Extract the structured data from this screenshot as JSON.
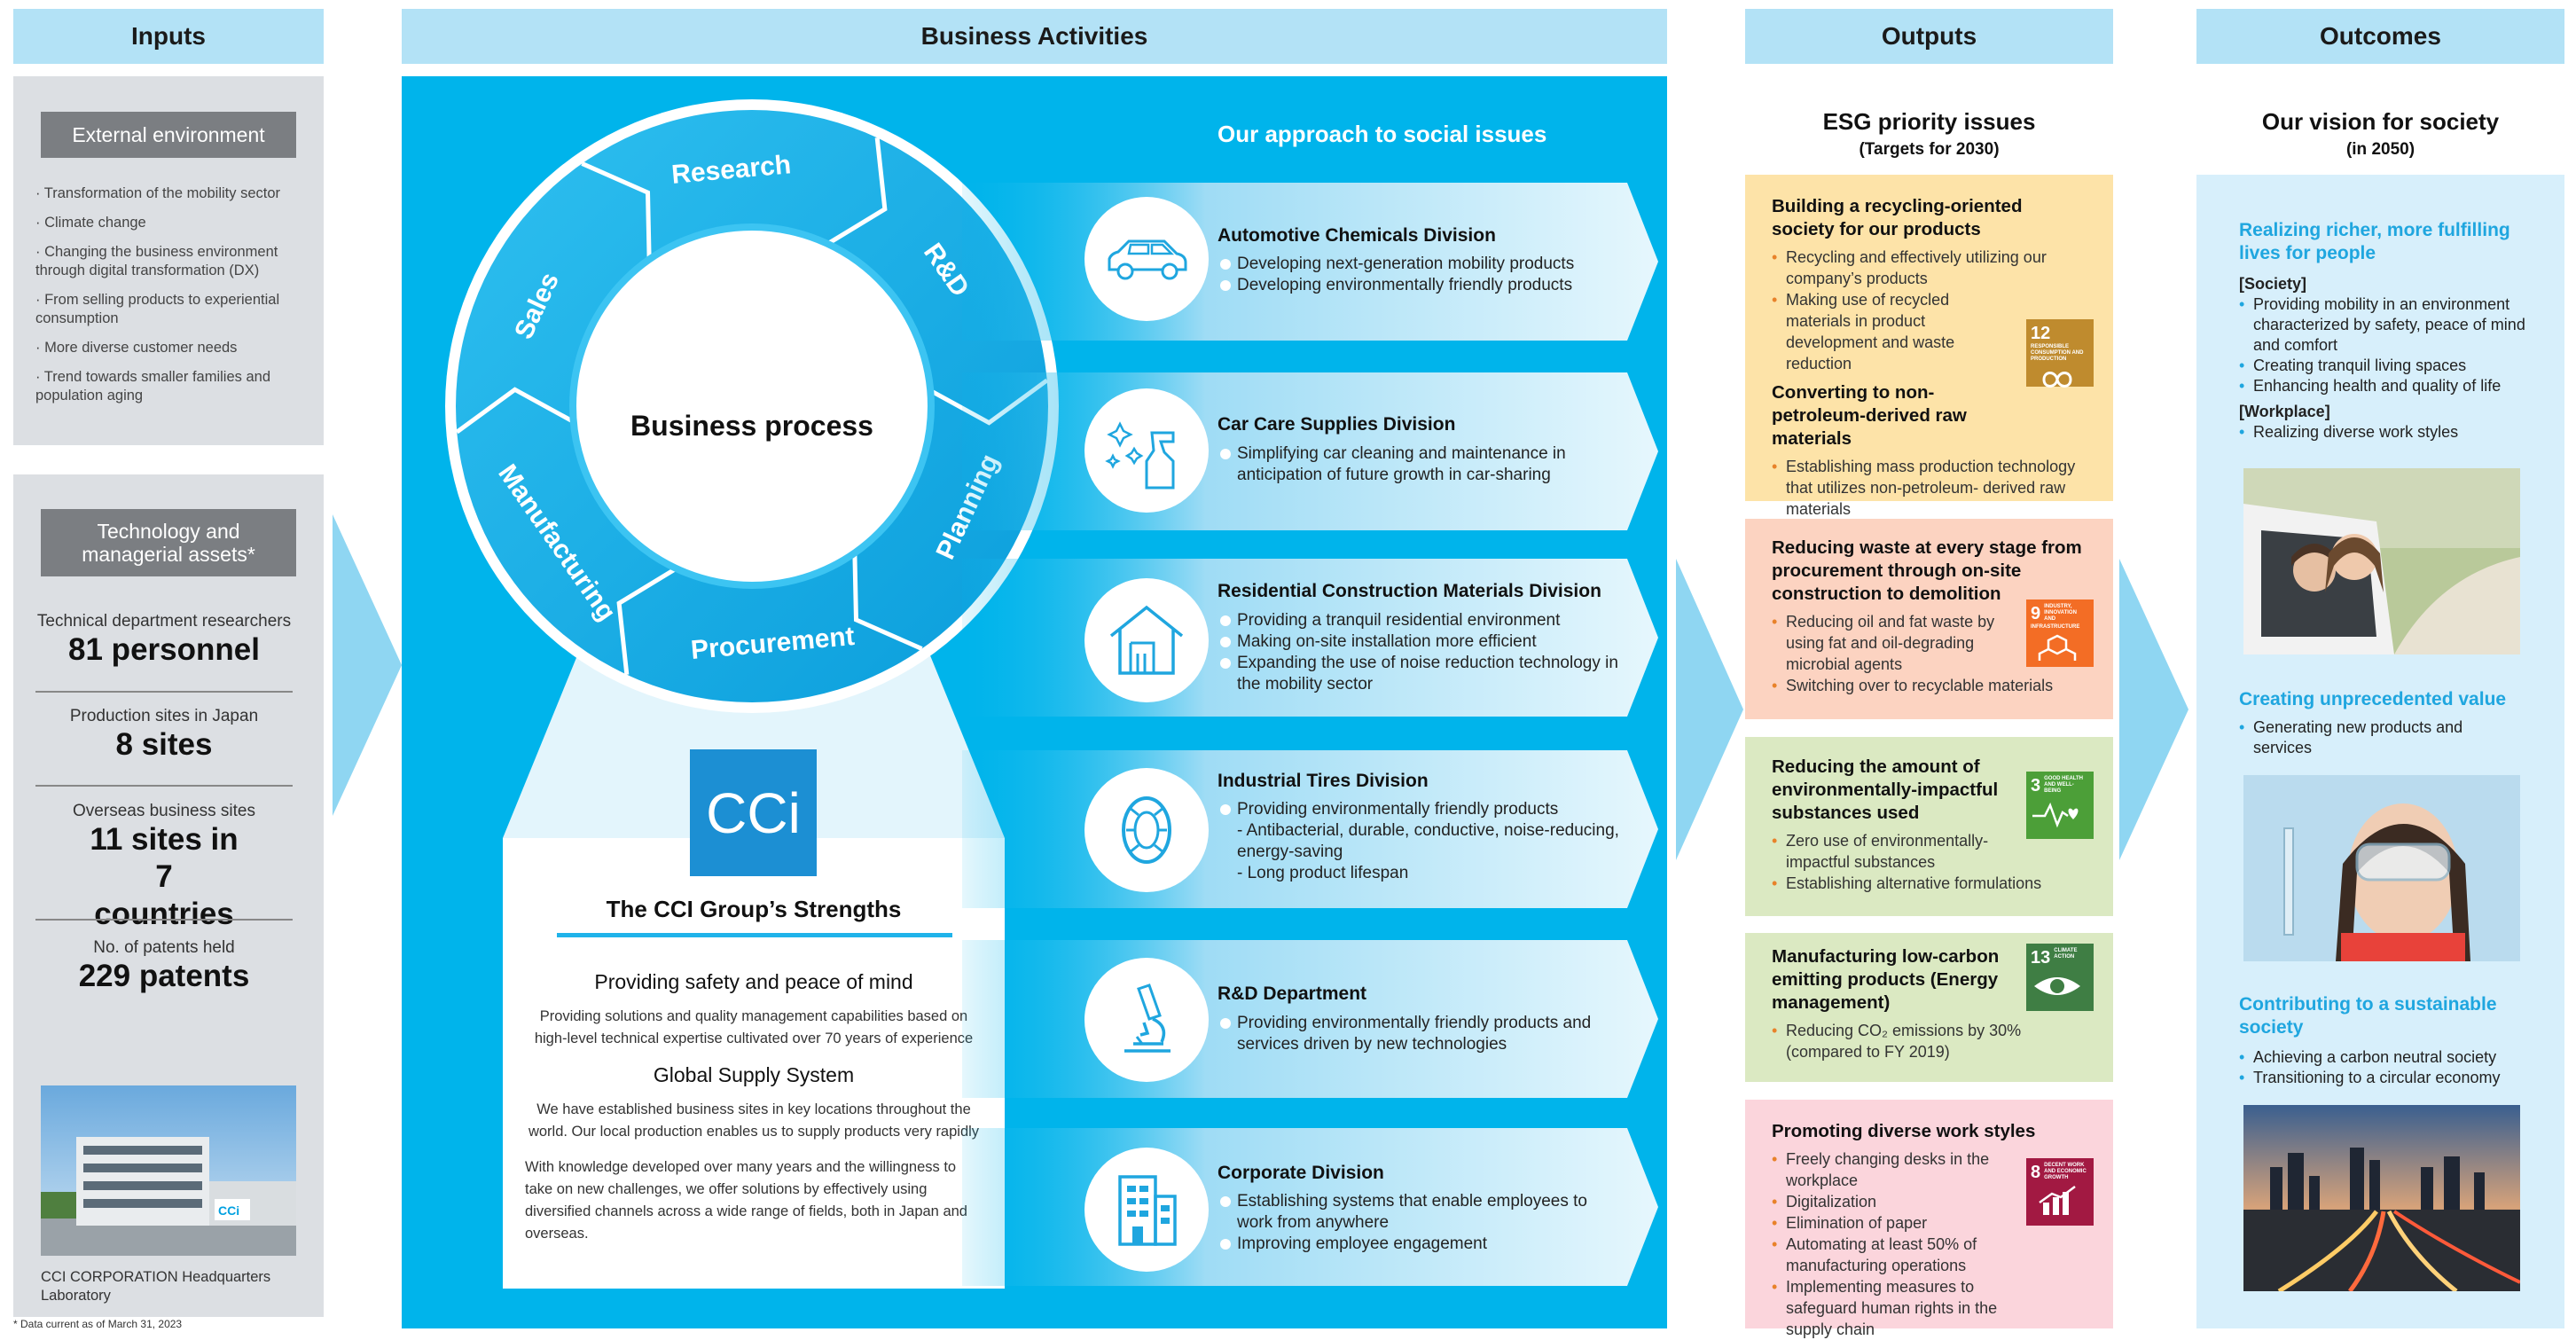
{
  "headers": {
    "inputs": "Inputs",
    "activities": "Business Activities",
    "outputs": "Outputs",
    "outcomes": "Outcomes"
  },
  "inputs": {
    "external_label": "External environment",
    "external_items": [
      "· Transformation of the mobility sector",
      "· Climate change",
      "· Changing the business environment through digital transformation (DX)",
      "· From selling products to experiential consumption",
      "· More diverse customer needs",
      "· Trend towards smaller families and population aging"
    ],
    "tech_label": "Technology and managerial assets*",
    "stats": [
      {
        "label": "Technical department researchers",
        "value": "81 personnel"
      },
      {
        "label": "Production sites in Japan",
        "value": "8 sites"
      },
      {
        "label": "Overseas business sites",
        "value": "11 sites in 7 countries"
      },
      {
        "label": "No. of patents held",
        "value": "229 patents"
      }
    ],
    "photo_logo": "CCi",
    "photo_caption": "CCI CORPORATION Headquarters Laboratory",
    "footnote": "* Data current as of March 31, 2023"
  },
  "activities": {
    "wheel_center": "Business process",
    "segments": [
      "Research",
      "R&D",
      "Planning",
      "Procurement",
      "Manufacturing",
      "Sales"
    ],
    "approach_title": "Our approach to social issues",
    "divisions": [
      {
        "title": "Automotive Chemicals Division",
        "icon": "car-icon",
        "items": [
          "Developing next-generation mobility products",
          "Developing environmentally friendly products"
        ]
      },
      {
        "title": "Car Care Supplies Division",
        "icon": "spray-bottle-icon",
        "items": [
          "Simplifying car cleaning and maintenance in anticipation of future growth in car-sharing"
        ]
      },
      {
        "title": "Residential Construction Materials Division",
        "icon": "house-icon",
        "items": [
          "Providing a tranquil residential environment",
          "Making on-site installation more efficient",
          "Expanding the use of noise reduction technology in the mobility sector"
        ]
      },
      {
        "title": "Industrial Tires Division",
        "icon": "tire-icon",
        "items": [
          "Providing environmentally friendly products"
        ],
        "sub": [
          "- Antibacterial, durable, conductive, noise-reducing, energy-saving",
          "- Long product lifespan"
        ]
      },
      {
        "title": "R&D Department",
        "icon": "microscope-icon",
        "items": [
          "Providing environmentally friendly products and services driven by new technologies"
        ]
      },
      {
        "title": "Corporate Division",
        "icon": "building-icon",
        "items": [
          "Establishing systems that enable employees to work from anywhere",
          "Improving employee engagement"
        ]
      }
    ],
    "logo": "CCi",
    "strengths_title": "The CCI Group’s Strengths",
    "s1_title": "Providing safety and peace of mind",
    "s1_text": "Providing solutions and quality management capabilities based on high-level technical expertise cultivated over 70 years of experience",
    "s2_title": "Global Supply System",
    "s2_text": "We have established business sites in key locations throughout the world. Our local production enables us to supply products very rapidly",
    "s3_text": "With knowledge developed over many years and the willingness to take on new challenges, we offer solutions by effectively using diversified channels across a wide range of fields, both in Japan and overseas."
  },
  "outputs": {
    "title": "ESG priority issues",
    "subtitle": "(Targets for 2030)",
    "box1": {
      "t1": "Building a recycling-oriented society for our products",
      "i1": [
        "Recycling and effectively utilizing our company’s products",
        "Making use of recycled materials in product development and waste reduction"
      ],
      "t2": "Converting to non-petroleum-derived raw materials",
      "i2": [
        "Establishing mass production technology that utilizes non-petroleum- derived raw materials"
      ],
      "sdg_num": "12",
      "sdg_text": "RESPONSIBLE CONSUMPTION AND PRODUCTION",
      "sdg_color": "#bf8b2e"
    },
    "box2": {
      "t": "Reducing waste at every stage from procurement through on-site construction to demolition",
      "items": [
        "Reducing oil and fat waste by using fat and oil-degrading microbial agents",
        "Switching over to recyclable materials"
      ],
      "sdg_num": "9",
      "sdg_text": "INDUSTRY, INNOVATION AND INFRASTRUCTURE",
      "sdg_color": "#f36d25"
    },
    "box3": {
      "t": "Reducing the amount of environmentally-impactful substances used",
      "items": [
        "Zero use of environmentally-impactful substances",
        "Establishing alternative formulations"
      ],
      "sdg_num": "3",
      "sdg_text": "GOOD HEALTH AND WELL-BEING",
      "sdg_color": "#4c9f38"
    },
    "box4": {
      "t": "Manufacturing low-carbon emitting products (Energy management)",
      "items": [
        "Reducing CO₂ emissions by 30% (compared to FY 2019)"
      ],
      "sdg_num": "13",
      "sdg_text": "CLIMATE ACTION",
      "sdg_color": "#3f7e44"
    },
    "box5": {
      "t": "Promoting diverse work styles",
      "items": [
        "Freely changing desks in the workplace",
        "Digitalization",
        "Elimination of paper",
        "Automating at least 50% of manufacturing operations",
        "Implementing measures to safeguard human rights in the supply chain"
      ],
      "sdg_num": "8",
      "sdg_text": "DECENT WORK AND ECONOMIC GROWTH",
      "sdg_color": "#a21942"
    }
  },
  "outcomes": {
    "title": "Our vision for society",
    "subtitle": "(in 2050)",
    "v1_title": "Realizing richer, more fulfilling lives for people",
    "society_label": "[Society]",
    "society_items": [
      "Providing mobility in an environment characterized by safety, peace of mind and comfort",
      "Creating tranquil living spaces",
      "Enhancing health and quality of life"
    ],
    "workplace_label": "[Workplace]",
    "workplace_items": [
      "Realizing diverse work styles"
    ],
    "v2_title": "Creating unprecedented value",
    "v2_items": [
      "Generating new products and services"
    ],
    "v3_title": "Contributing to a sustainable society",
    "v3_items": [
      "Achieving a carbon neutral society",
      "Transitioning to a circular economy"
    ]
  },
  "colors": {
    "accent": "#00b4eb",
    "header": "#b3e2f6",
    "title_blue": "#1fa6df",
    "box_yellow": "#fde3a8",
    "box_orange": "#fcd3c1",
    "box_green": "#dbe9c2",
    "box_pink": "#fbd5dc",
    "outcome_bg": "#d7effb"
  }
}
